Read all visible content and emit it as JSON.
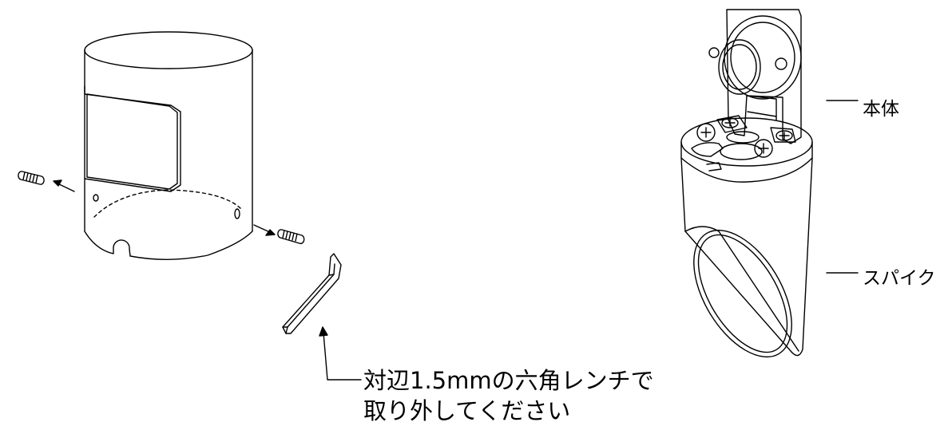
{
  "labels": {
    "body": "本体",
    "spike": "スパイク",
    "wrench_line1": "対辺1.5mmの六角レンチで",
    "wrench_line2": "取り外してください"
  },
  "colors": {
    "line": "#000000",
    "background": "#ffffff"
  }
}
